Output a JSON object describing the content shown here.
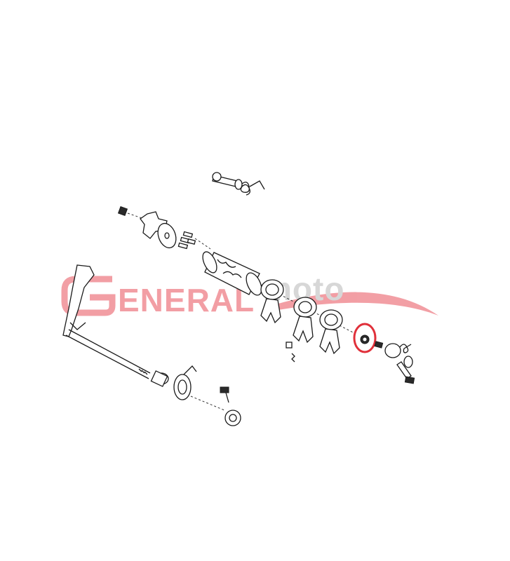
{
  "watermark": {
    "brand_part1": "ENERAL",
    "brand_part2": "moto",
    "color_red": "#e8505b",
    "color_grey": "#b7b7b7"
  },
  "highlight": {
    "color": "#e0303a",
    "target": "gear-shift-drum-bearing"
  }
}
